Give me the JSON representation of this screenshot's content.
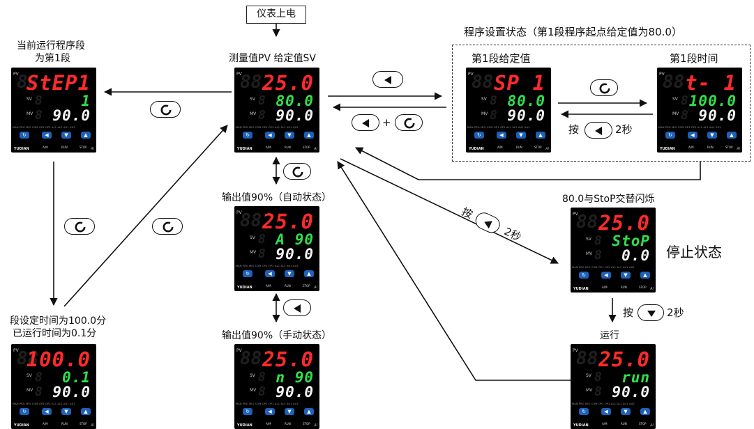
{
  "power_on": "仪表上电",
  "labels": {
    "current_segment_l1": "当前运行程序段",
    "current_segment_l2": "为第1段",
    "pv_sv": "测量值PV  给定值SV",
    "program_state": "程序设置状态（第1段程序起点给定值为80.0）",
    "seg1_sv": "第1段给定值",
    "seg1_time": "第1段时间",
    "auto_output": "输出值90%（自动状态）",
    "manual_output": "输出值90%（手动状态）",
    "seg_time_l1": "段设定时间为100.0分",
    "seg_time_l2": "已运行时间为0.1分",
    "stop_blink": "80.0与StoP交替闪烁",
    "stop_state": "停止状态",
    "run": "运行",
    "press": "按",
    "two_sec": "2秒",
    "plus": "+"
  },
  "controller": {
    "pv_tag": "PV",
    "sv_tag": "SV",
    "mv_tag": "MV",
    "leds": "MAN PRG MIO COM OP1 OP2 AL1 AL2 AU1 AU2",
    "btn_am": "A/M",
    "btn_run": "RUN",
    "btn_stop": "STOP",
    "brand": "YUDIAN",
    "model": "AI"
  },
  "displays": {
    "step": {
      "pv": "StEP1",
      "sv": "1",
      "mv": "90.0"
    },
    "main": {
      "pv": "25.0",
      "sv": "80.0",
      "mv": "90.0"
    },
    "seg_sv": {
      "pv": "SP 1",
      "sv": "80.0",
      "mv": "90.0"
    },
    "seg_t": {
      "pv": "t- 1",
      "sv": "100.0",
      "mv": "90.0"
    },
    "auto": {
      "pv": "25.0",
      "sv": "A 90",
      "mv": "90.0"
    },
    "manual": {
      "pv": "25.0",
      "sv": "n 90",
      "mv": "90.0"
    },
    "time": {
      "pv": "100.0",
      "sv": "0.1",
      "mv": "90.0"
    },
    "stop": {
      "pv": "25.0",
      "sv": "StoP",
      "mv": "0.0"
    },
    "runmode": {
      "pv": "25.0",
      "sv": "run",
      "mv": "90.0"
    }
  }
}
